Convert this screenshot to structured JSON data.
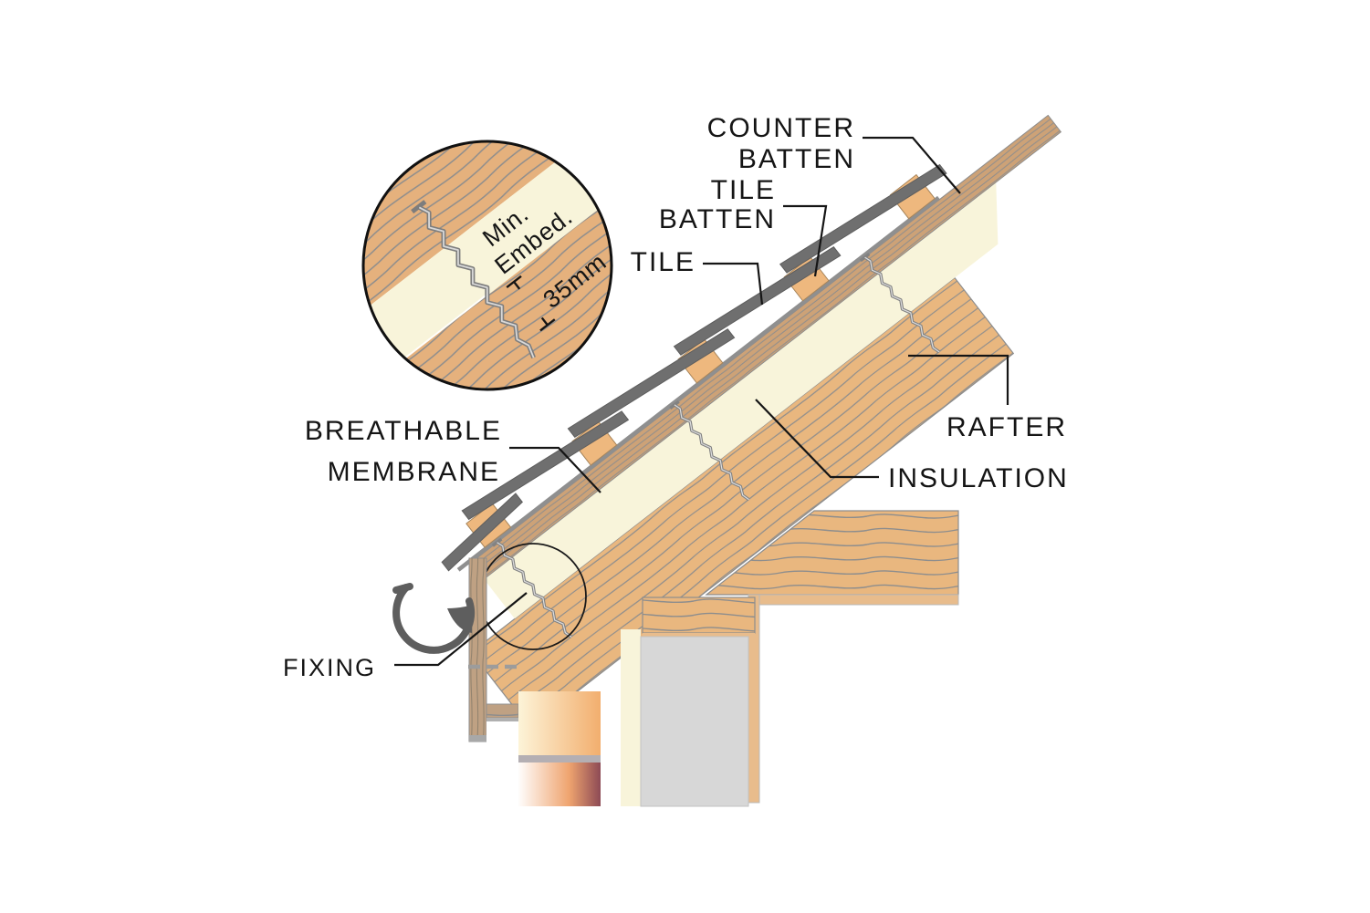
{
  "diagram": {
    "kind": "roof-eaves-construction-section",
    "labels": {
      "counter_batten_1": "COUNTER",
      "counter_batten_2": "BATTEN",
      "tile_batten_1": "TILE",
      "tile_batten_2": "BATTEN",
      "tile": "TILE",
      "membrane_1": "BREATHABLE",
      "membrane_2": "MEMBRANE",
      "rafter": "RAFTER",
      "insulation": "INSULATION",
      "fixing": "FIXING"
    },
    "detail_callout": {
      "line1": "Min.",
      "line2": "Embed.",
      "dimension": "35mm"
    },
    "colors": {
      "wood": "#e9b77f",
      "wood_dark": "#cda277",
      "wood_circle": "#e5b17d",
      "grain": "#8d8d8d",
      "insulation": "#f8f4da",
      "tile": "#6f6f6f",
      "membrane": "#8f8f8f",
      "batten": "#eeb87e",
      "fascia": "#bfa183",
      "gutter": "#5e5e5e",
      "wall_gray": "#d7d7d7",
      "plasterboard": "#e8bc8c",
      "mortar": "#b4afb3",
      "brick_light": "#fdf4d8",
      "brick_orange": "#f2ae6e",
      "brick_maroon": "#8d4a55",
      "label_text": "#151515"
    }
  }
}
